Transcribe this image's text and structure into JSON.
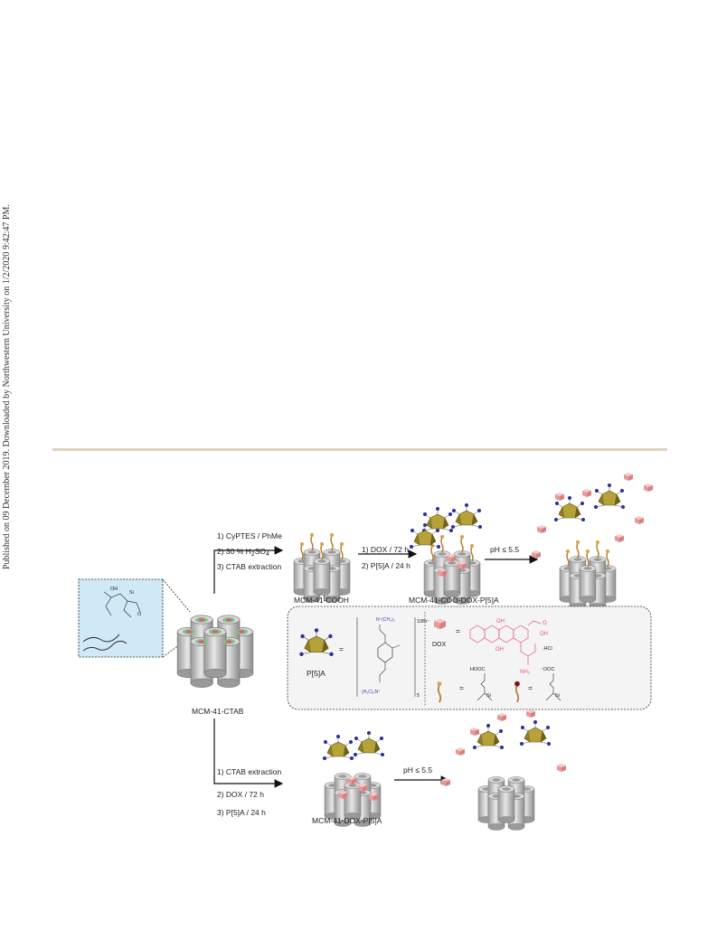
{
  "sidebar": {
    "publication_note": "Published on 09 December 2019. Downloaded by Northwestern University on 1/2/2020 9:42:47 PM."
  },
  "scheme": {
    "upper_steps": [
      "1) CyPTES / PhMe",
      "2) 30 % H",
      "3) CTAB extraction"
    ],
    "upper_step2_sub": "2",
    "upper_step2_tail": "SO",
    "upper_step2_sub2": "4",
    "middle_steps": [
      "1) DOX / 72 h",
      "2) P[5]A / 24 h"
    ],
    "release_condition_top": "pH ≤ 5.5",
    "release_condition_bottom": "pH ≤ 5.5",
    "lower_steps": [
      "1) CTAB extraction",
      "2) DOX / 72 h",
      "3) P[5]A / 24 h"
    ],
    "labels": {
      "mcm_cooh": "MCM-41-COOH",
      "mcm_coo_dox": "MCM-41-COO-DOX-P[5]A",
      "mcm_ctab": "MCM-41-CTAB",
      "mcm_dox": "MCM-41-DOX-P[5]A"
    },
    "legend": {
      "p5a_label": "P[5]A",
      "equals": "=",
      "p5a_top_group": "N⁺(CH₃)₃",
      "p5a_counterion": "10Br⁻",
      "p5a_bottom_group": "(H₃C)₃N⁺",
      "p5a_repeat": "5",
      "dox_label": "DOX",
      "dox_hcl": ".HCl",
      "dox_nh2": "NH₂",
      "dox_oh": "OH",
      "dox_o": "O",
      "hooc": "HOOC",
      "ooc": "⁻OOC",
      "si": "Si"
    },
    "colors": {
      "silica": "#b8b8b8",
      "pore_green": "#7fc97a",
      "dox_pink": "#e8508a",
      "p5a_gold": "#8f7f22",
      "nitrogen_blue": "#2b2b9e",
      "panel_bg": "#f4f4f4",
      "inset_bg": "#cfe9f6"
    }
  }
}
